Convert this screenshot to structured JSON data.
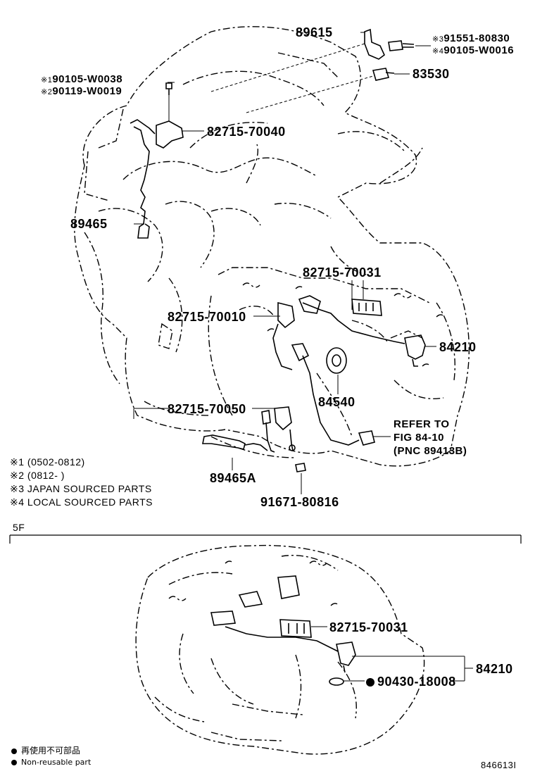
{
  "parts": {
    "p89615": "89615",
    "p91551": "91551-80830",
    "p90105_w0016": "90105-W0016",
    "p83530": "83530",
    "p90105_w0038": "90105-W0038",
    "p90119": "90119-W0019",
    "p82715_70040": "82715-70040",
    "p89465": "89465",
    "p82715_70031_top": "82715-70031",
    "p82715_70010": "82715-70010",
    "p84210_top": "84210",
    "p84540": "84540",
    "p82715_70050": "82715-70050",
    "p89465a": "89465A",
    "p91671": "91671-80816",
    "p82715_70031_bot": "82715-70031",
    "p84210_bot": "84210",
    "p90430": "90430-18008"
  },
  "marks": {
    "m1": "※1",
    "m2": "※2",
    "m3": "※3",
    "m4": "※4"
  },
  "refer": {
    "line1": "REFER TO",
    "line2": "FIG 84-10",
    "line3": "(PNC 89413B)"
  },
  "notes": {
    "n1": "※1 (0502-0812)",
    "n2": "※2 (0812-      )",
    "n3": "※3 JAPAN SOURCED PARTS",
    "n4": "※4 LOCAL SOURCED PARTS"
  },
  "section_label": "5F",
  "legend": {
    "jp": "再使用不可部品",
    "en": "Non-reusable part"
  },
  "figure_id": "846613I"
}
